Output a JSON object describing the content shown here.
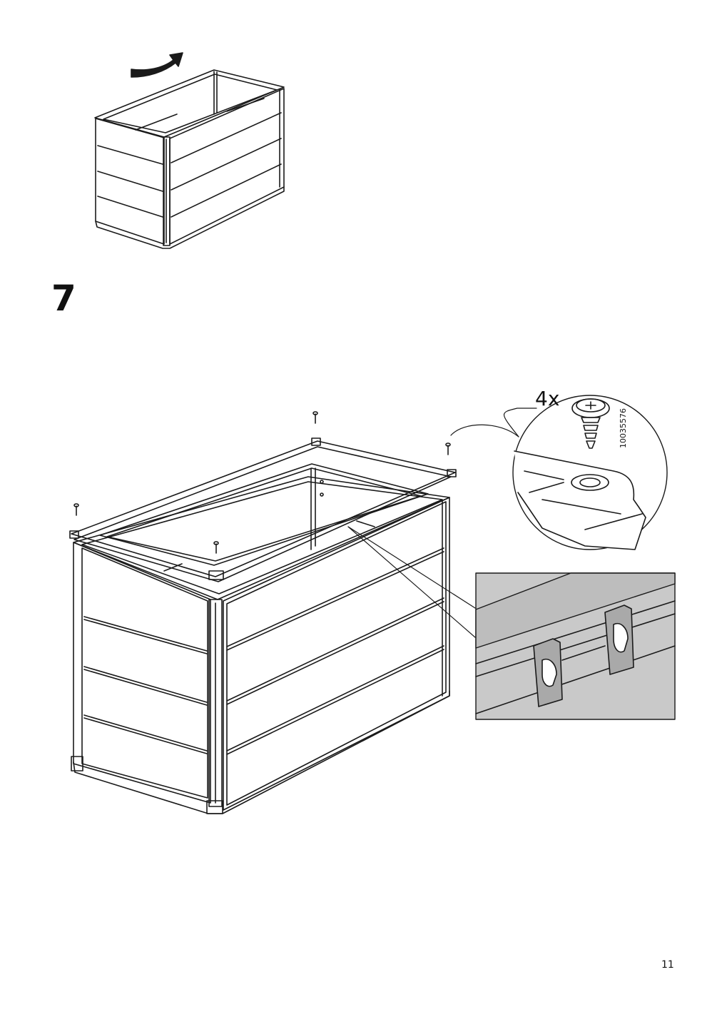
{
  "step": {
    "number": "7"
  },
  "callout": {
    "quantity": "4x",
    "part_number": "10035576"
  },
  "footer": {
    "page_number": "11"
  }
}
